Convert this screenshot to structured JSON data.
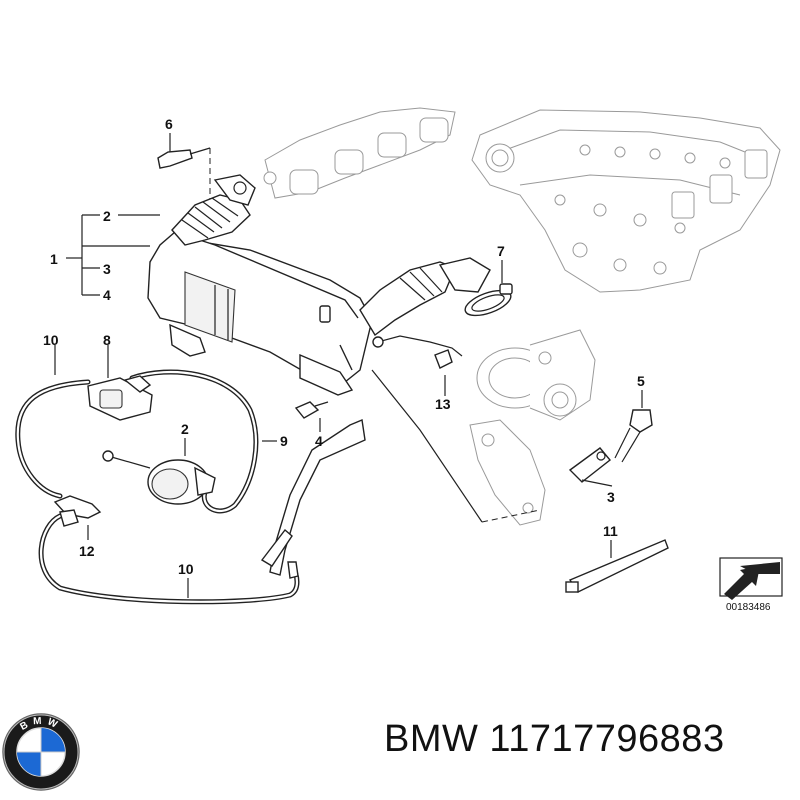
{
  "callouts": {
    "c1": "1",
    "c2a": "2",
    "c3a": "3",
    "c4a": "4",
    "c6": "6",
    "c7": "7",
    "c8": "8",
    "c10a": "10",
    "c2b": "2",
    "c9": "9",
    "c4b": "4",
    "c13": "13",
    "c5": "5",
    "c3b": "3",
    "c11": "11",
    "c12": "12",
    "c10b": "10"
  },
  "diagram_number": "00183486",
  "brand": "BMW",
  "part_number": "11717796883",
  "caption_text": "BMW 11717796883",
  "logo_letters": "BMW",
  "colors": {
    "line": "#222222",
    "ghost": "#9a9a9a",
    "logo_blue": "#1c69d4",
    "logo_ring": "#111111"
  }
}
